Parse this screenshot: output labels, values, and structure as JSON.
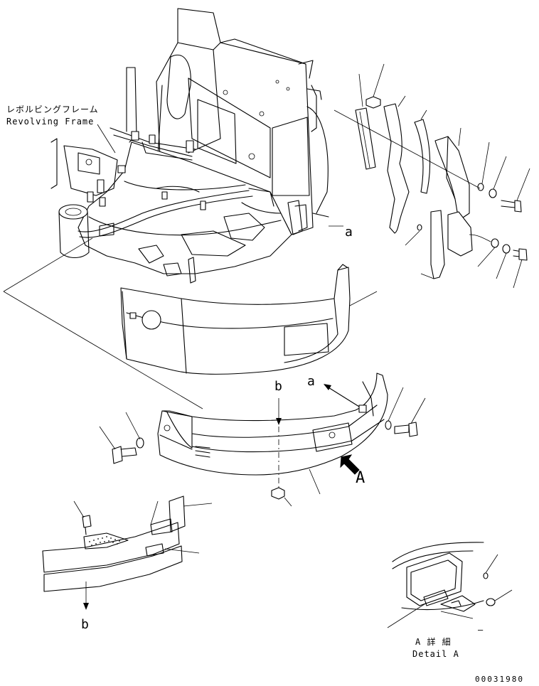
{
  "labels": {
    "frame_jp": "レボルビングフレーム",
    "frame_en": "Revolving Frame",
    "ref_a_upper": "a",
    "ref_a_lower": "a",
    "ref_b_upper": "b",
    "ref_b_lower": "b",
    "view_A": "A",
    "detail_jp": "A 詳 細",
    "detail_en": "Detail A",
    "detail_dash": "–",
    "drawing_no": "00031980"
  },
  "colors": {
    "line": "#000000",
    "background": "#ffffff"
  }
}
